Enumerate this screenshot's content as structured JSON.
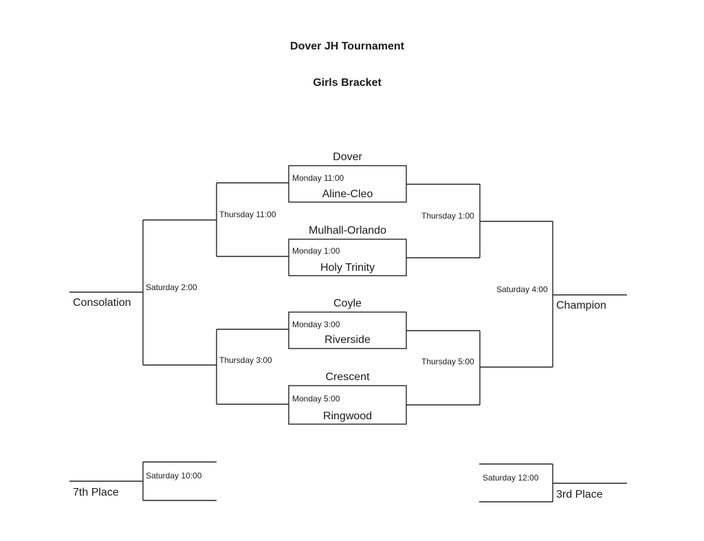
{
  "document": {
    "title": "Dover JH Tournament",
    "subtitle": "Girls Bracket"
  },
  "round1": [
    {
      "top_team": "Dover",
      "time": "Monday 11:00",
      "bottom_team": "Aline-Cleo"
    },
    {
      "top_team": "Mulhall-Orlando",
      "time": "Monday 1:00",
      "bottom_team": "Holy Trinity"
    },
    {
      "top_team": "Coyle",
      "time": "Monday 3:00",
      "bottom_team": "Riverside"
    },
    {
      "top_team": "Crescent",
      "time": "Monday 5:00",
      "bottom_team": "Ringwood"
    }
  ],
  "consolation_bracket": {
    "semi_top_time": "Thursday 11:00",
    "semi_bottom_time": "Thursday 3:00",
    "final_time": "Saturday 2:00",
    "final_label": "Consolation"
  },
  "championship_bracket": {
    "semi_top_time": "Thursday 1:00",
    "semi_bottom_time": "Thursday 5:00",
    "final_time": "Saturday 4:00",
    "final_label": "Champion"
  },
  "placement_games": {
    "seventh": {
      "time": "Saturday 10:00",
      "label": "7th Place"
    },
    "third": {
      "time": "Saturday 12:00",
      "label": "3rd Place"
    }
  }
}
